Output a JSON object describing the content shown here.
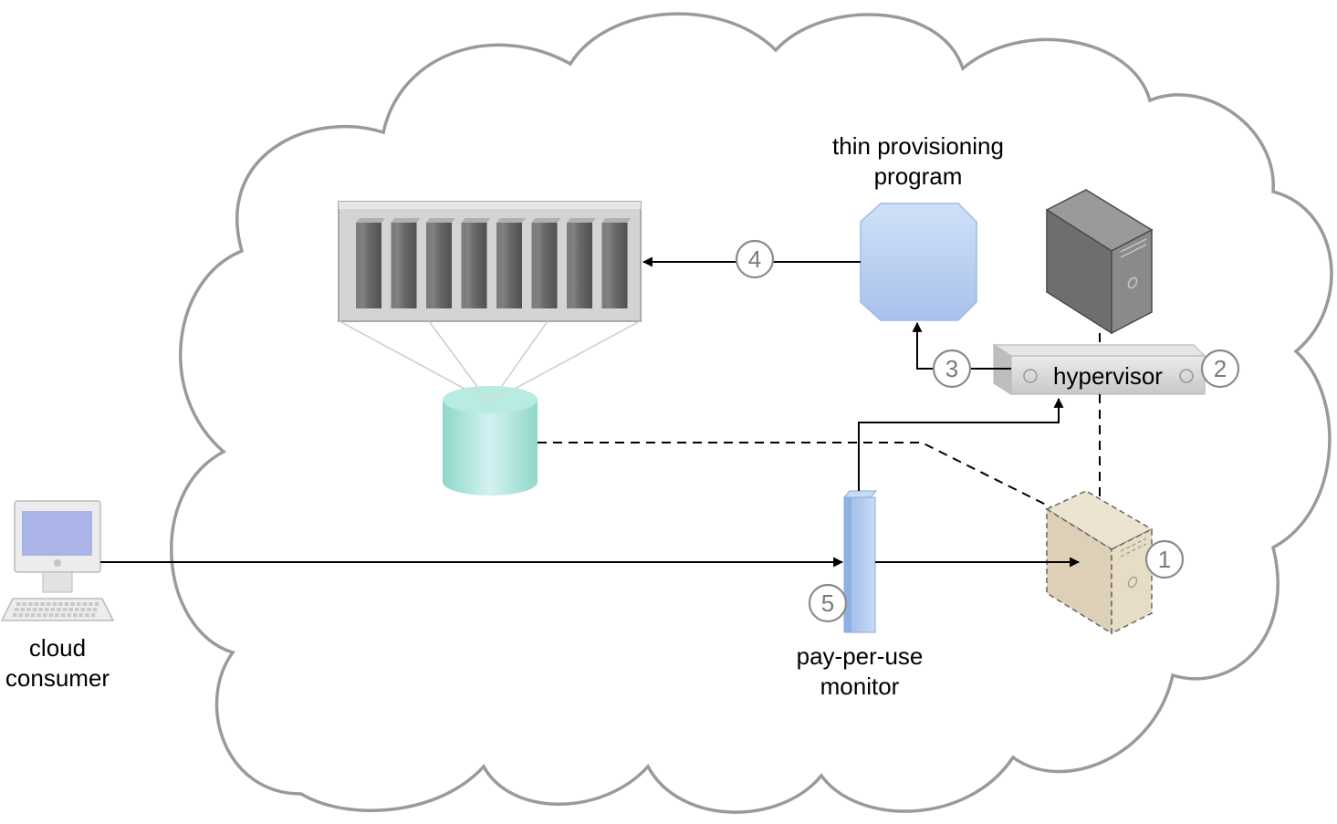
{
  "labels": {
    "thin_provisioning_line1": "thin provisioning",
    "thin_provisioning_line2": "program",
    "hypervisor": "hypervisor",
    "pay_per_use_line1": "pay-per-use",
    "pay_per_use_line2": "monitor",
    "cloud_consumer_line1": "cloud",
    "cloud_consumer_line2": "consumer"
  },
  "steps": [
    "1",
    "2",
    "3",
    "4",
    "5"
  ],
  "colors": {
    "cloud_outline": "#9a9a9a",
    "program_box": "#bcd3f0",
    "storage_cylinder": "#a8e3d8",
    "monitor_bar": "#aec7ec",
    "virtual_server": "#e0d4bc",
    "server_dark": "#777777",
    "hypervisor_bar": "#d8d8d8"
  },
  "icons": {
    "cloud": "cloud-boundary-icon",
    "storage_array": "storage-array-icon",
    "storage_cylinder": "virtual-storage-icon",
    "program": "thin-provisioning-program-icon",
    "server": "physical-server-icon",
    "hypervisor": "hypervisor-icon",
    "virtual_server": "virtual-server-icon",
    "monitor": "pay-per-use-monitor-icon",
    "workstation": "cloud-consumer-workstation-icon"
  }
}
